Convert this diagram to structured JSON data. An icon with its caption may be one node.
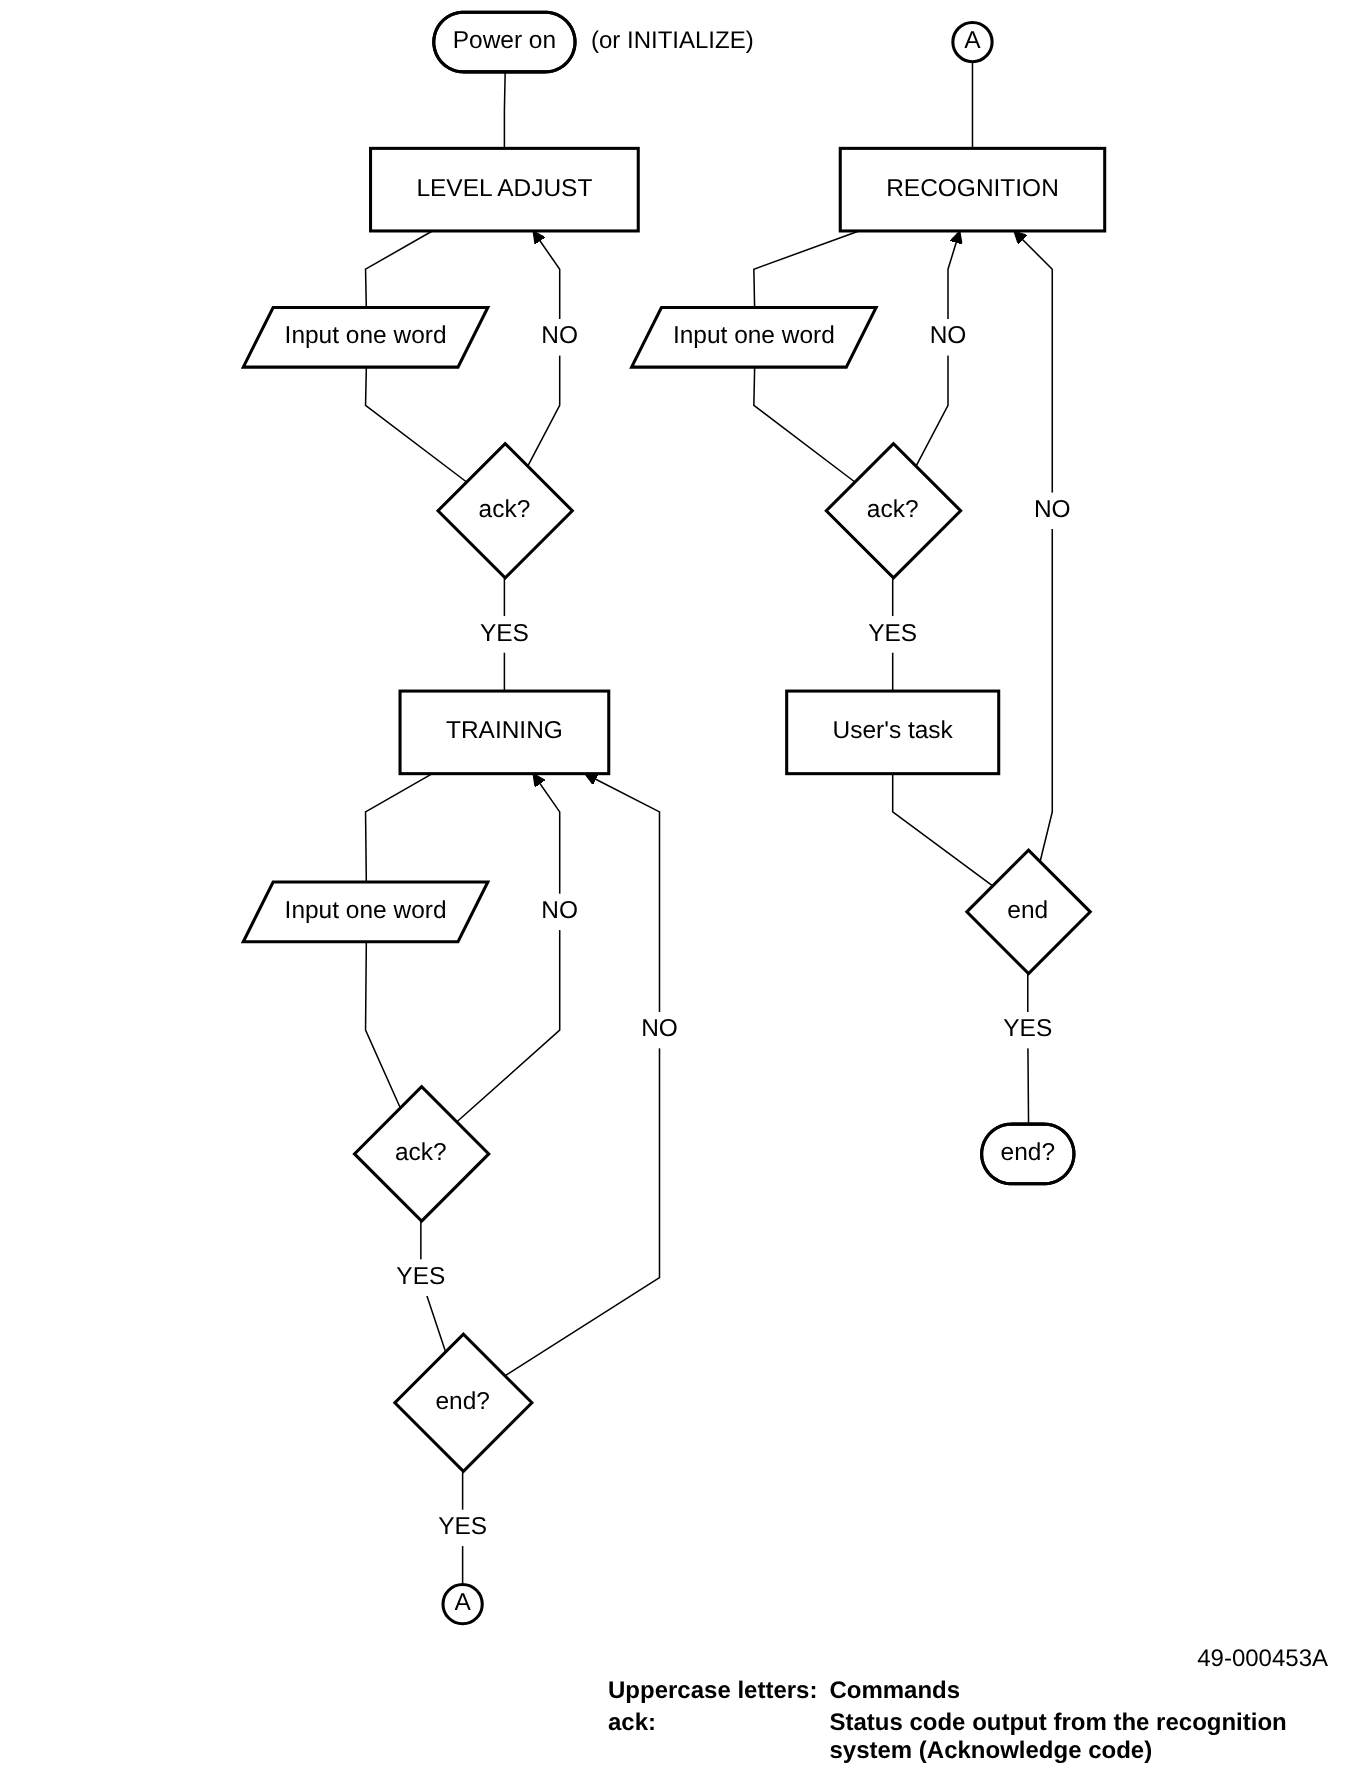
{
  "diagram": {
    "nodes": [
      {
        "text": [
          "Power on"
        ],
        "beside": [
          "(or INITIALIZE)"
        ]
      },
      {
        "text": [
          "LEVEL ADJUST"
        ]
      },
      {
        "text": [
          "Input one word"
        ]
      },
      {
        "text": [
          "ack?"
        ]
      },
      {
        "text": [
          "TRAINING"
        ]
      },
      {
        "text": [
          "Input one word"
        ]
      },
      {
        "text": [
          "ack?"
        ]
      },
      {
        "text": [
          "end?"
        ]
      },
      {
        "text": [
          "A"
        ]
      },
      {
        "text": [
          "A"
        ]
      },
      {
        "text": [
          "RECOGNITION"
        ]
      },
      {
        "text": [
          "Input one word"
        ]
      },
      {
        "text": [
          "ack?"
        ]
      },
      {
        "text": [
          "User's task"
        ]
      },
      {
        "text": [
          "end"
        ]
      },
      {
        "text": [
          "end?"
        ]
      }
    ],
    "edges": [
      {
        "from": 0,
        "to": 1,
        "arrow": "none"
      },
      {
        "from": 1,
        "to": 2,
        "arrow": "none"
      },
      {
        "from": 2,
        "to": 3,
        "arrow": "none"
      },
      {
        "from": 3,
        "to": 1,
        "arrow": "to",
        "label": "NO"
      },
      {
        "from": 3,
        "to": 4,
        "arrow": "none",
        "label": "YES"
      },
      {
        "from": 4,
        "to": 5,
        "arrow": "none"
      },
      {
        "from": 5,
        "to": 6,
        "arrow": "none"
      },
      {
        "from": 6,
        "to": 4,
        "arrow": "to",
        "label": "NO"
      },
      {
        "from": 6,
        "to": 7,
        "arrow": "none",
        "label": "YES"
      },
      {
        "from": 7,
        "to": 4,
        "arrow": "to",
        "label": "NO"
      },
      {
        "from": 7,
        "to": 8,
        "arrow": "none",
        "label": "YES"
      },
      {
        "from": 9,
        "to": 10,
        "arrow": "none"
      },
      {
        "from": 10,
        "to": 11,
        "arrow": "none"
      },
      {
        "from": 11,
        "to": 12,
        "arrow": "none"
      },
      {
        "from": 12,
        "to": 10,
        "arrow": "to",
        "label": "NO"
      },
      {
        "from": 12,
        "to": 13,
        "arrow": "none",
        "label": "YES"
      },
      {
        "from": 13,
        "to": 14,
        "arrow": "none"
      },
      {
        "from": 14,
        "to": 10,
        "arrow": "to",
        "label": "NO"
      },
      {
        "from": 14,
        "to": 15,
        "arrow": "none",
        "label": "YES"
      }
    ],
    "labels": [
      "49-000453A",
      "Uppercase letters:",
      "Commands",
      "ack:",
      "Status code output from the recognition system (Acknowledge code)"
    ]
  }
}
